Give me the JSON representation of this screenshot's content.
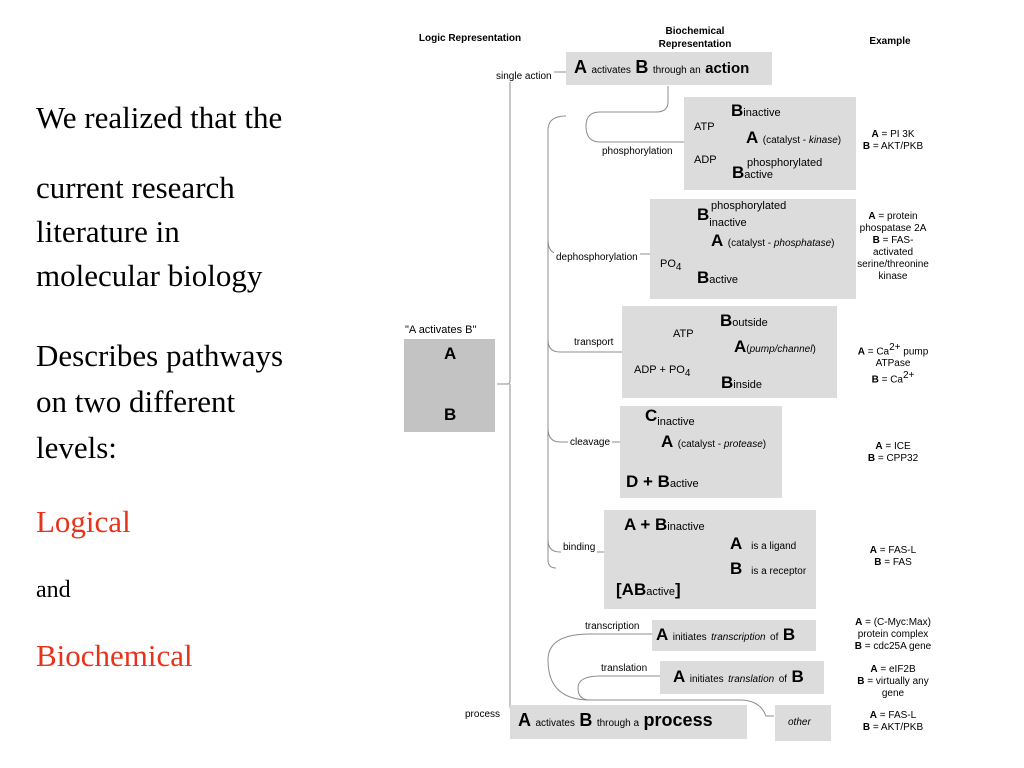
{
  "left": {
    "intro": "We realized that the",
    "line2": "current research",
    "line3": "literature in",
    "line4": "molecular biology",
    "line5": "Describes pathways",
    "line6": "on two different",
    "line7": "levels:",
    "logical": "Logical",
    "and": "and",
    "biochemical": "Biochemical"
  },
  "headers": {
    "logic": "Logic Representation",
    "biochem1": "Biochemical",
    "biochem2": "Representation",
    "example": "Example"
  },
  "logic_box": {
    "caption": "\"A activates B\"",
    "a": "A",
    "b": "B"
  },
  "top_box": {
    "a": "A",
    "activates": "activates",
    "b": "B",
    "through": "through an",
    "action": "action"
  },
  "branches": {
    "single_action": "single action",
    "phosphorylation": "phosphorylation",
    "dephosphorylation": "dephosphorylation",
    "transport": "transport",
    "cleavage": "cleavage",
    "binding": "binding",
    "transcription": "transcription",
    "translation": "translation",
    "process": "process"
  },
  "phos": {
    "b": "B",
    "inactive": "inactive",
    "atp": "ATP",
    "a": "A",
    "catalyst": "(catalyst - ",
    "kinase": "kinase",
    "close": ")",
    "adp": "ADP",
    "b2": "B",
    "phosphorylated": "phosphorylated",
    "active": "active"
  },
  "dephos": {
    "b": "B",
    "phosphorylated": "phosphorylated",
    "inactive": "inactive",
    "a": "A",
    "catalyst": "(catalyst - ",
    "phosphatase": "phosphatase",
    "close": ")",
    "po": "PO",
    "b2": "B",
    "active": "active"
  },
  "transport": {
    "b": "B",
    "outside": "outside",
    "atp": "ATP",
    "a": "A",
    "pump": "pump/channel",
    "adp": "ADP +  PO",
    "b2": "B",
    "inside": "inside"
  },
  "cleavage": {
    "c": "C",
    "inactive": "inactive",
    "a": "A",
    "catalyst": "(catalyst - ",
    "protease": "protease",
    "close": ")",
    "d": "D + B",
    "active": "active"
  },
  "binding": {
    "apb": "A + B",
    "inactive": "inactive",
    "ab": "[AB",
    "active": "active",
    "close": "]",
    "a": "A",
    "ligand": "is a ligand",
    "b": "B",
    "receptor": "is a receptor"
  },
  "transcription": {
    "a": "A",
    "initiates": "initiates",
    "word": "transcription",
    "of": "of",
    "b": "B"
  },
  "translation": {
    "a": "A",
    "initiates": "initiates",
    "word": "translation",
    "of": "of",
    "b": "B"
  },
  "process_box": {
    "a": "A",
    "activates": "activates",
    "b": "B",
    "through": "through a",
    "process": "process"
  },
  "other": "other",
  "examples": {
    "ex1a": "A",
    "ex1a_t": " = PI 3K",
    "ex1b": "B",
    "ex1b_t": " = AKT/PKB",
    "ex2a": "A",
    "ex2a_t": " = protein",
    "ex2_l2": "phospatase 2A",
    "ex2b": "B",
    "ex2b_t": " = FAS-",
    "ex2_l4": "activated",
    "ex2_l5": "serine/threonine",
    "ex2_l6": "kinase",
    "ex3a": "A",
    "ex3a_t": " = Ca",
    "ex3_sup": "2+",
    "ex3a_t2": " pump",
    "ex3_l2": "ATPase",
    "ex3b": "B",
    "ex3b_t": " = Ca",
    "ex3b_sup": "2+",
    "ex4a": "A",
    "ex4a_t": " = ICE",
    "ex4b": "B",
    "ex4b_t": " = CPP32",
    "ex5a": "A",
    "ex5a_t": " = FAS-L",
    "ex5b": "B",
    "ex5b_t": " = FAS",
    "ex6a": "A",
    "ex6a_t": " = (C-Myc:Max)",
    "ex6_l2": "protein complex",
    "ex6b": "B",
    "ex6b_t": " = cdc25A gene",
    "ex7a": "A",
    "ex7a_t": " = eIF2B",
    "ex7b": "B",
    "ex7b_t": " = virtually any",
    "ex7_l3": "gene",
    "ex8a": "A",
    "ex8a_t": " = FAS-L",
    "ex8b": "B",
    "ex8b_t": " = AKT/PKB"
  }
}
